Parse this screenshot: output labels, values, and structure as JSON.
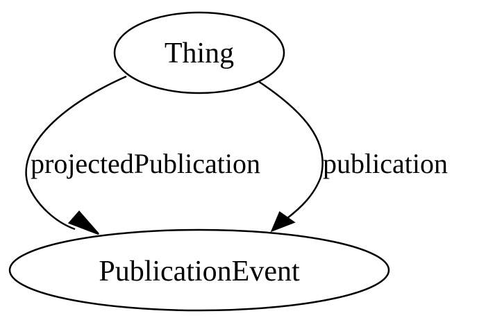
{
  "nodes": {
    "thing": {
      "label": "Thing"
    },
    "publication_event": {
      "label": "PublicationEvent"
    }
  },
  "edges": {
    "projected_publication": {
      "label": "projectedPublication"
    },
    "publication": {
      "label": "publication"
    }
  }
}
